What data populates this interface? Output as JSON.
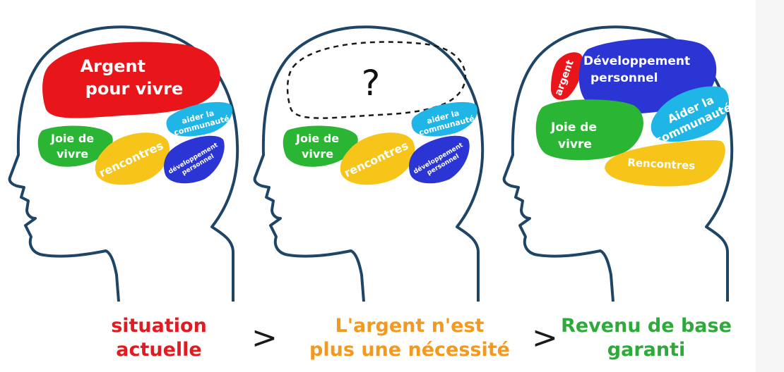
{
  "panel1": {
    "money": [
      "Argent",
      "pour vivre"
    ],
    "joie": [
      "Joie de",
      "vivre"
    ],
    "rencontres": "rencontres",
    "aider": [
      "aider la",
      "communauté"
    ],
    "dev": [
      "développement",
      "personnel"
    ],
    "caption": [
      "situation",
      "actuelle"
    ]
  },
  "panel2": {
    "question": "?",
    "joie": [
      "Joie de",
      "vivre"
    ],
    "rencontres": "rencontres",
    "aider": [
      "aider la",
      "communauté"
    ],
    "dev": [
      "développement",
      "personnel"
    ],
    "caption": [
      "L'argent n'est",
      "plus une nécessité"
    ]
  },
  "panel3": {
    "argent": "argent",
    "dev": [
      "Développement",
      "personnel"
    ],
    "aider": [
      "Aider la",
      "communauté"
    ],
    "joie": [
      "Joie de",
      "vivre"
    ],
    "rencontres": "Rencontres",
    "caption": [
      "Revenu de base",
      "garanti"
    ]
  },
  "arrow_symbol": ">",
  "colors": {
    "red": "#e8161b",
    "green": "#2bb534",
    "yellow": "#f7c519",
    "cyan": "#1fb5e6",
    "blue": "#2b35d4",
    "outline": "#1f4566",
    "caption1": "#e01b22",
    "caption2": "#f39a1e",
    "caption3": "#2eaa3a"
  }
}
